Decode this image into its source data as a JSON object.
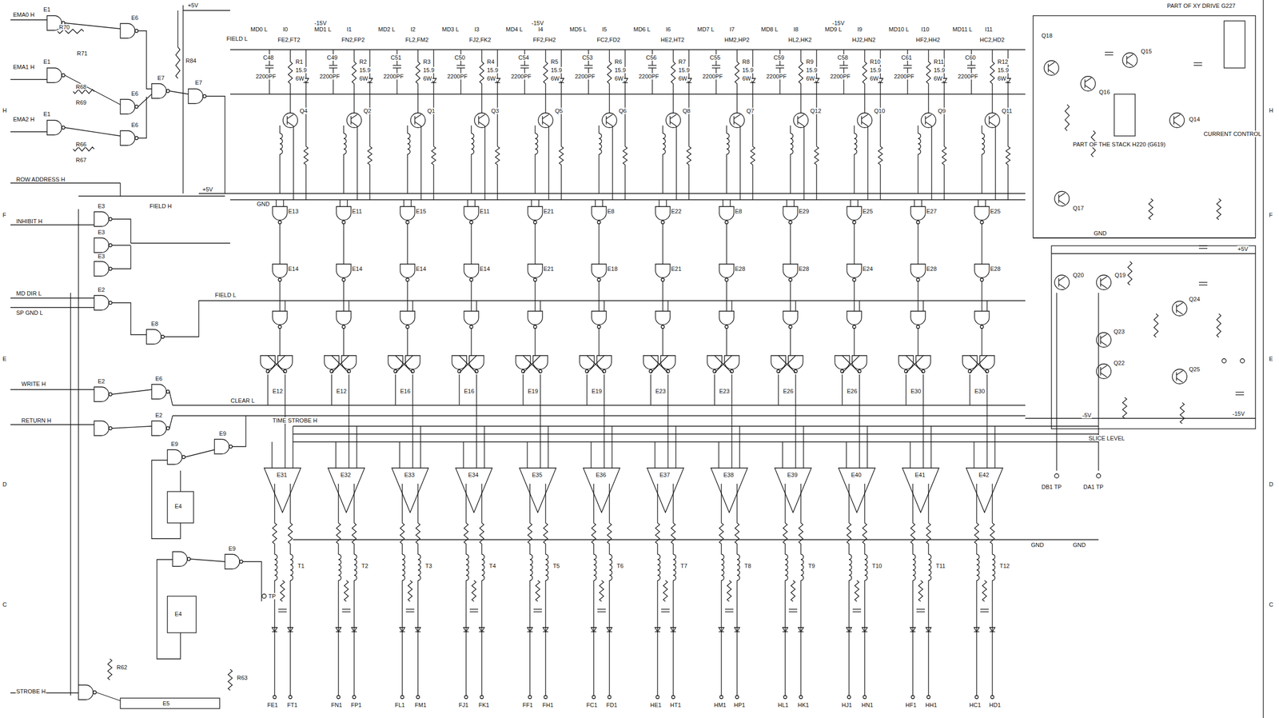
{
  "diagram": {
    "labels": [
      "PART OF XY DRIVE G227",
      "FIELD L",
      "FIELD H",
      "EMA0 H",
      "EMA1 H",
      "EMA2 H",
      "ROW ADDRESS H",
      "INHIBIT H",
      "MD DIR L",
      "SP GND L",
      "WRITE H",
      "RETURN H",
      "STROBE H",
      "CLEAR L",
      "TIME STROBE H",
      "FIELD L",
      "+5V",
      "+5V",
      "GND",
      "-15V",
      "-15V",
      "-15V",
      "E1",
      "E1",
      "E1",
      "E6",
      "E6",
      "E6",
      "E7",
      "E7",
      "E3",
      "E3",
      "E3",
      "E2",
      "E8",
      "E2",
      "E6",
      "E2",
      "E9",
      "E9",
      "E4",
      "E9",
      "E4",
      "E5",
      "R70",
      "R71",
      "R68",
      "R69",
      "R66",
      "R67",
      "R84",
      "R62",
      "R63",
      "TP",
      "CURRENT CONTROL",
      "PART OF THE STACK H220 (G619)",
      "SLICE LEVEL",
      "-15V",
      "+5V",
      "GND",
      "GND",
      "DB1 TP",
      "DA1 TP",
      "Q18",
      "Q15",
      "Q16",
      "Q17",
      "Q14",
      "Q20",
      "Q19",
      "Q23",
      "Q22",
      "Q24",
      "Q25",
      "-5V",
      "GND",
      "H",
      "F",
      "E",
      "D",
      "C",
      "H",
      "F",
      "E",
      "D",
      "C",
      "FE2,FT2",
      "I0",
      "R1",
      "15.9",
      "6W",
      "C48",
      "2200PF",
      "Q4",
      "E13",
      "E14",
      "E12",
      "E31",
      "T1",
      "FE1",
      "FT1",
      "MD0 L",
      "FN2,FP2",
      "I1",
      "R2",
      "15.9",
      "6W",
      "C49",
      "2200PF",
      "Q2",
      "E11",
      "E14",
      "E12",
      "E32",
      "T2",
      "FN1",
      "FP1",
      "MD1 L",
      "FL2,FM2",
      "I2",
      "R3",
      "15.9",
      "6W",
      "C51",
      "2200PF",
      "Q1",
      "E15",
      "E14",
      "E16",
      "E33",
      "T3",
      "FL1",
      "FM1",
      "MD2 L",
      "FJ2,FK2",
      "I3",
      "R4",
      "15.9",
      "6W",
      "C50",
      "2200PF",
      "Q3",
      "E11",
      "E14",
      "E16",
      "E34",
      "T4",
      "FJ1",
      "FK1",
      "MD3 L",
      "FF2,FH2",
      "I4",
      "R5",
      "15.9",
      "6W",
      "C54",
      "2200PF",
      "Q5",
      "E21",
      "E21",
      "E19",
      "E35",
      "T5",
      "FF1",
      "FH1",
      "MD4 L",
      "FC2,FD2",
      "I5",
      "R6",
      "15.9",
      "6W",
      "C53",
      "2200PF",
      "Q6",
      "E8",
      "E18",
      "E19",
      "E36",
      "T6",
      "FC1",
      "FD1",
      "MD5 L",
      "HE2,HT2",
      "I6",
      "R7",
      "15.9",
      "6W",
      "C56",
      "2200PF",
      "Q8",
      "E22",
      "E21",
      "E23",
      "E37",
      "T7",
      "HE1",
      "HT1",
      "MD6 L",
      "HM2,HP2",
      "I7",
      "R8",
      "15.9",
      "6W",
      "C55",
      "2200PF",
      "Q7",
      "E8",
      "E28",
      "E23",
      "E38",
      "T8",
      "HM1",
      "HP1",
      "MD7 L",
      "HL2,HK2",
      "I8",
      "R9",
      "15.9",
      "6W",
      "C59",
      "2200PF",
      "Q12",
      "E29",
      "E28",
      "E26",
      "E39",
      "T9",
      "HL1",
      "HK1",
      "MD8 L",
      "HJ2,HN2",
      "I9",
      "R10",
      "15.9",
      "6W",
      "C58",
      "2200PF",
      "Q10",
      "E25",
      "E24",
      "E26",
      "E40",
      "T10",
      "HJ1",
      "HN1",
      "MD9 L",
      "HF2,HH2",
      "I10",
      "R11",
      "15.9",
      "6W",
      "C61",
      "2200PF",
      "Q9",
      "E27",
      "E28",
      "E30",
      "E41",
      "T11",
      "HF1",
      "HH1",
      "MD10 L",
      "HC2,HD2",
      "I11",
      "R12",
      "15.9",
      "6W",
      "C60",
      "2200PF",
      "Q11",
      "E25",
      "E28",
      "E30",
      "E42",
      "T12",
      "HC1",
      "HD1",
      "MD11 L"
    ]
  }
}
